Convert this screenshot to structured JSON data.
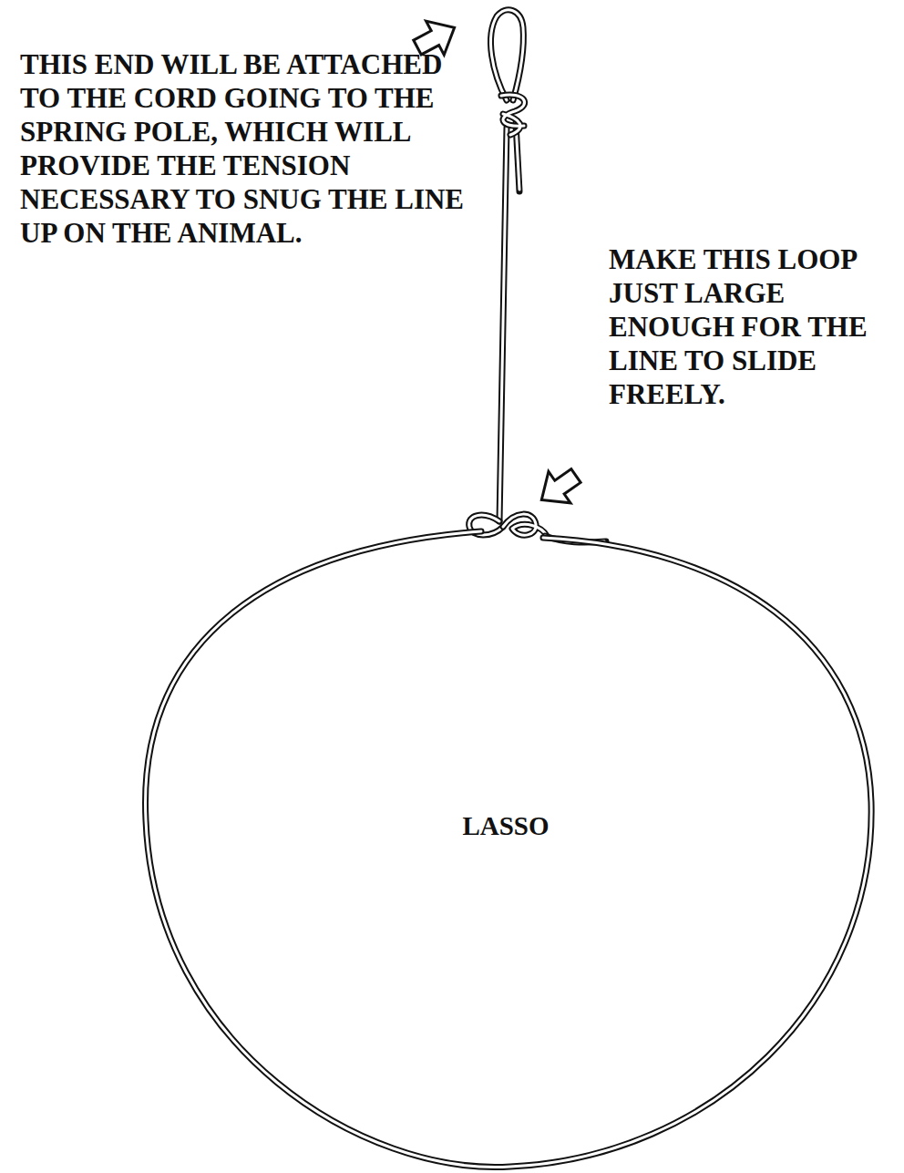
{
  "diagram": {
    "nodes": [
      {
        "text": [
          "LASSO"
        ]
      }
    ],
    "labels": [
      "THIS END WILL BE ATTACHED TO THE CORD GOING TO THE SPRING POLE, WHICH WILL PROVIDE THE TENSION NECESSARY TO SNUG THE LINE UP ON THE ANIMAL.",
      "MAKE THIS LOOP JUST LARGE ENOUGH FOR THE LINE TO SLIDE FREELY."
    ]
  }
}
